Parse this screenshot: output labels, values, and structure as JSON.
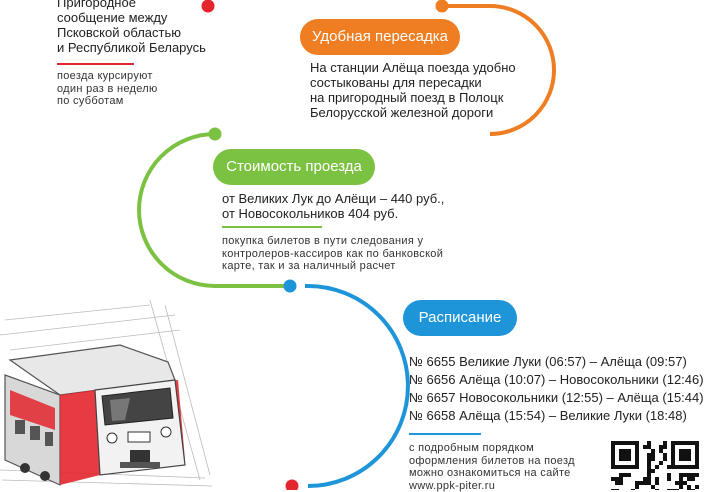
{
  "intro": {
    "text_lines": [
      "Пригородное",
      "сообщение между",
      "Псковской областью",
      "и Республикой Беларусь"
    ],
    "note_lines": [
      "поезда курсируют",
      "один раз в неделю",
      "по субботам"
    ]
  },
  "transfer": {
    "pill": "Удобная пересадка",
    "text_lines": [
      "На станции Алёща поезда удобно",
      "состыкованы для пересадки",
      "на пригородный поезд в Полоцк",
      "Белорусской железной дороги"
    ]
  },
  "price": {
    "pill": "Стоимость проезда",
    "text_lines": [
      "от Великих Лук до Алёщи – 440 руб.,",
      "от Новосокольников 404 руб."
    ],
    "note_lines": [
      "покупка билетов  в пути следования у",
      "контролеров-кассиров как по банковской",
      "карте, так и за наличный расчет"
    ]
  },
  "schedule": {
    "pill": "Расписание",
    "rows": [
      "№ 6655 Великие Луки (06:57) – Алёща (09:57)",
      "№ 6656 Алёща (10:07) – Новосокольники (12:46)",
      "№ 6657 Новосокольники (12:55) – Алёща (15:44)",
      "№ 6658 Алёща (15:54) – Великие Луки (18:48)"
    ]
  },
  "footer": {
    "note_lines": [
      "с подробным порядком",
      "оформления билетов на поезд",
      "можно ознакомиться на сайте",
      "www.ppk-piter.ru"
    ]
  },
  "colors": {
    "red": "#e3262d",
    "orange": "#ef7d22",
    "green": "#7cc242",
    "blue": "#1e95d9"
  },
  "icons": [
    "train-illustration",
    "qr-code"
  ]
}
